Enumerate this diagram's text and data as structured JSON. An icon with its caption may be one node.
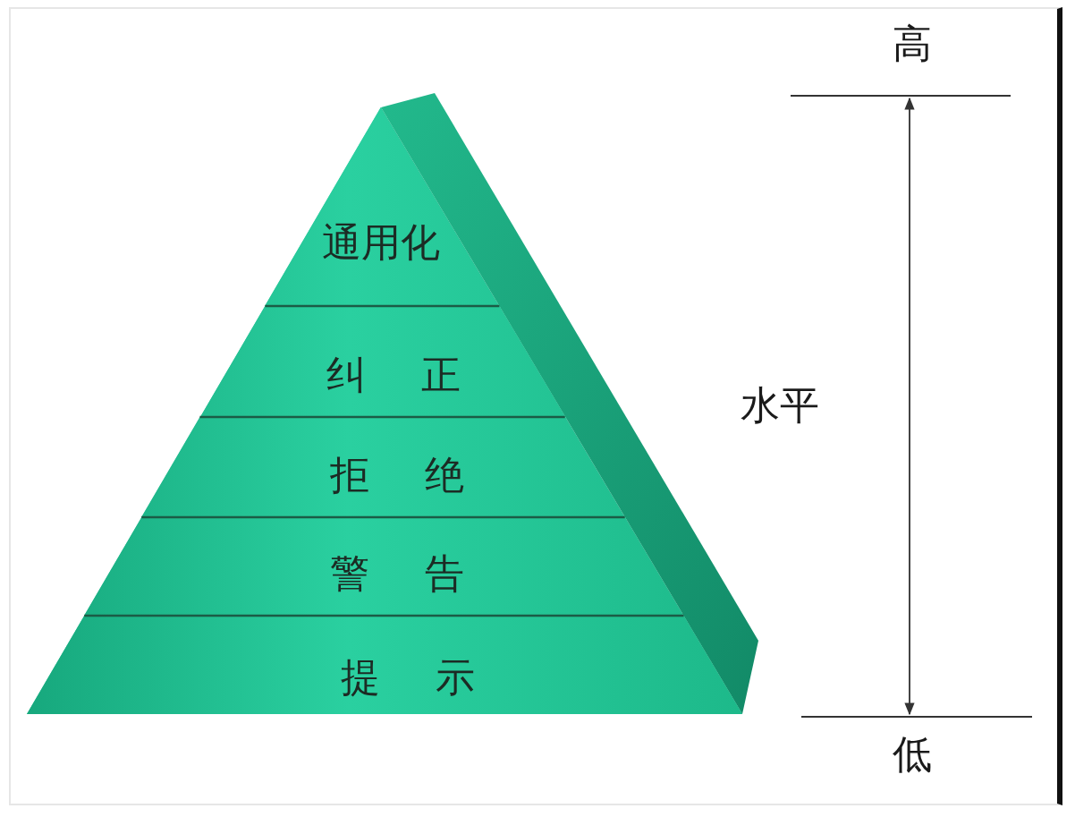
{
  "diagram": {
    "nodes": [
      {
        "text": [],
        "shape": "pyramid"
      },
      {
        "text": [
          "通用化"
        ],
        "in": 0
      },
      {
        "text": [
          "纠 正"
        ],
        "in": 0
      },
      {
        "text": [
          "拒 绝"
        ],
        "in": 0
      },
      {
        "text": [
          "警 告"
        ],
        "in": 0
      },
      {
        "text": [
          "提 示"
        ],
        "in": 0
      }
    ],
    "labels": [
      "高",
      "水平",
      "低"
    ]
  }
}
